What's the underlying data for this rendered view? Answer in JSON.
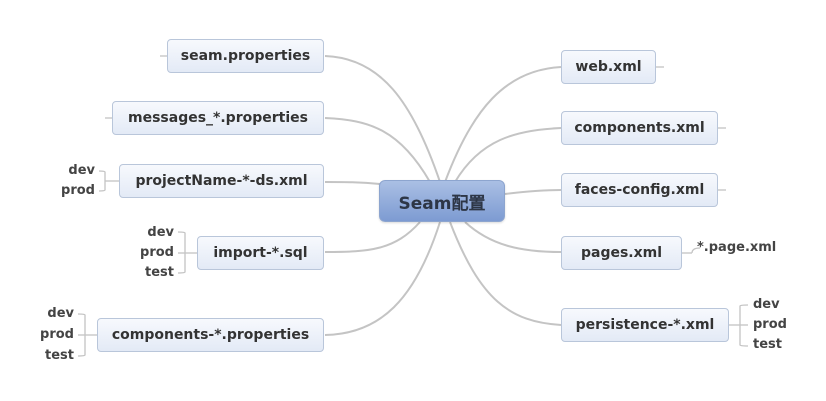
{
  "center": {
    "label": "Seam配置"
  },
  "left_nodes": [
    {
      "label": "seam.properties",
      "children": []
    },
    {
      "label": "messages_*.properties",
      "children": []
    },
    {
      "label": "projectName-*-ds.xml",
      "children": [
        "dev",
        "prod"
      ]
    },
    {
      "label": "import-*.sql",
      "children": [
        "dev",
        "prod",
        "test"
      ]
    },
    {
      "label": "components-*.properties",
      "children": [
        "dev",
        "prod",
        "test"
      ]
    }
  ],
  "right_nodes": [
    {
      "label": "web.xml",
      "children": []
    },
    {
      "label": "components.xml",
      "children": []
    },
    {
      "label": "faces-config.xml",
      "children": []
    },
    {
      "label": "pages.xml",
      "children": [
        "*.page.xml"
      ]
    },
    {
      "label": "persistence-*.xml",
      "children": [
        "dev",
        "prod",
        "test"
      ]
    }
  ]
}
